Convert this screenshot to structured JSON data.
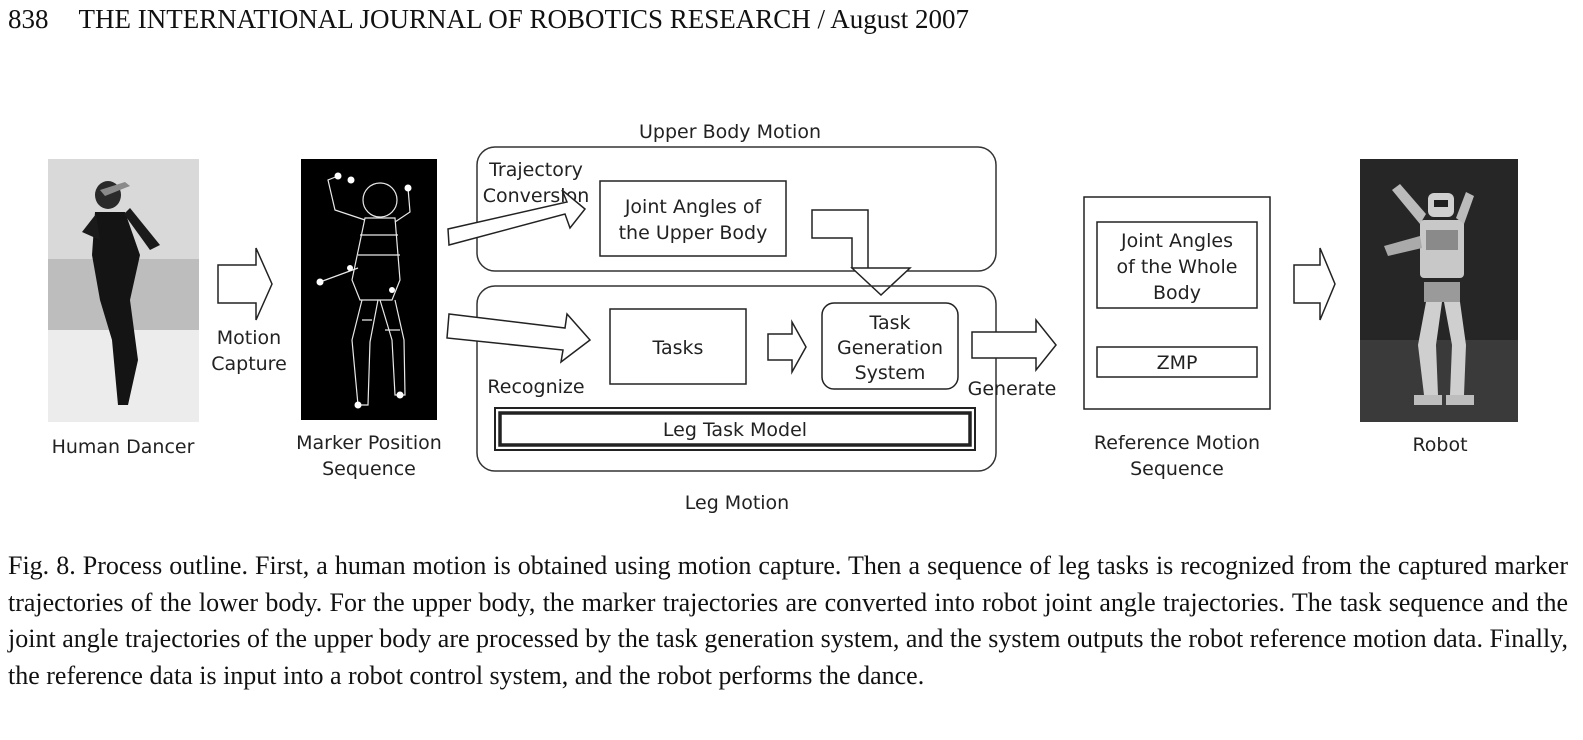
{
  "header": {
    "page_number": "838",
    "running_title": "THE INTERNATIONAL JOURNAL OF ROBOTICS RESEARCH / August 2007"
  },
  "figure": {
    "labels": {
      "human_dancer": "Human Dancer",
      "motion_capture_1": "Motion",
      "motion_capture_2": "Capture",
      "marker_position_1": "Marker Position",
      "marker_position_2": "Sequence",
      "upper_body_motion": "Upper Body Motion",
      "trajectory_conversion_1": "Trajectory",
      "trajectory_conversion_2": "Conversion",
      "joint_angles_upper_1": "Joint Angles of",
      "joint_angles_upper_2": "the Upper Body",
      "tasks": "Tasks",
      "task_generation_1": "Task",
      "task_generation_2": "Generation",
      "task_generation_3": "System",
      "recognize": "Recognize",
      "generate": "Generate",
      "leg_task_model": "Leg Task Model",
      "leg_motion": "Leg Motion",
      "joint_angles_whole_1": "Joint Angles",
      "joint_angles_whole_2": "of the Whole",
      "joint_angles_whole_3": "Body",
      "zmp": "ZMP",
      "reference_motion_1": "Reference Motion",
      "reference_motion_2": "Sequence",
      "robot": "Robot"
    }
  },
  "caption": {
    "text": "Fig. 8. Process outline. First, a human motion is obtained using motion capture. Then a sequence of leg tasks is recognized from the captured marker trajectories of the lower body. For the upper body, the marker trajectories are converted into robot joint angle trajectories. The task sequence and the joint angle trajectories of the upper body are processed by the task generation system, and the system outputs the robot reference motion data. Finally, the reference data is input into a robot control system, and the robot performs the dance."
  }
}
